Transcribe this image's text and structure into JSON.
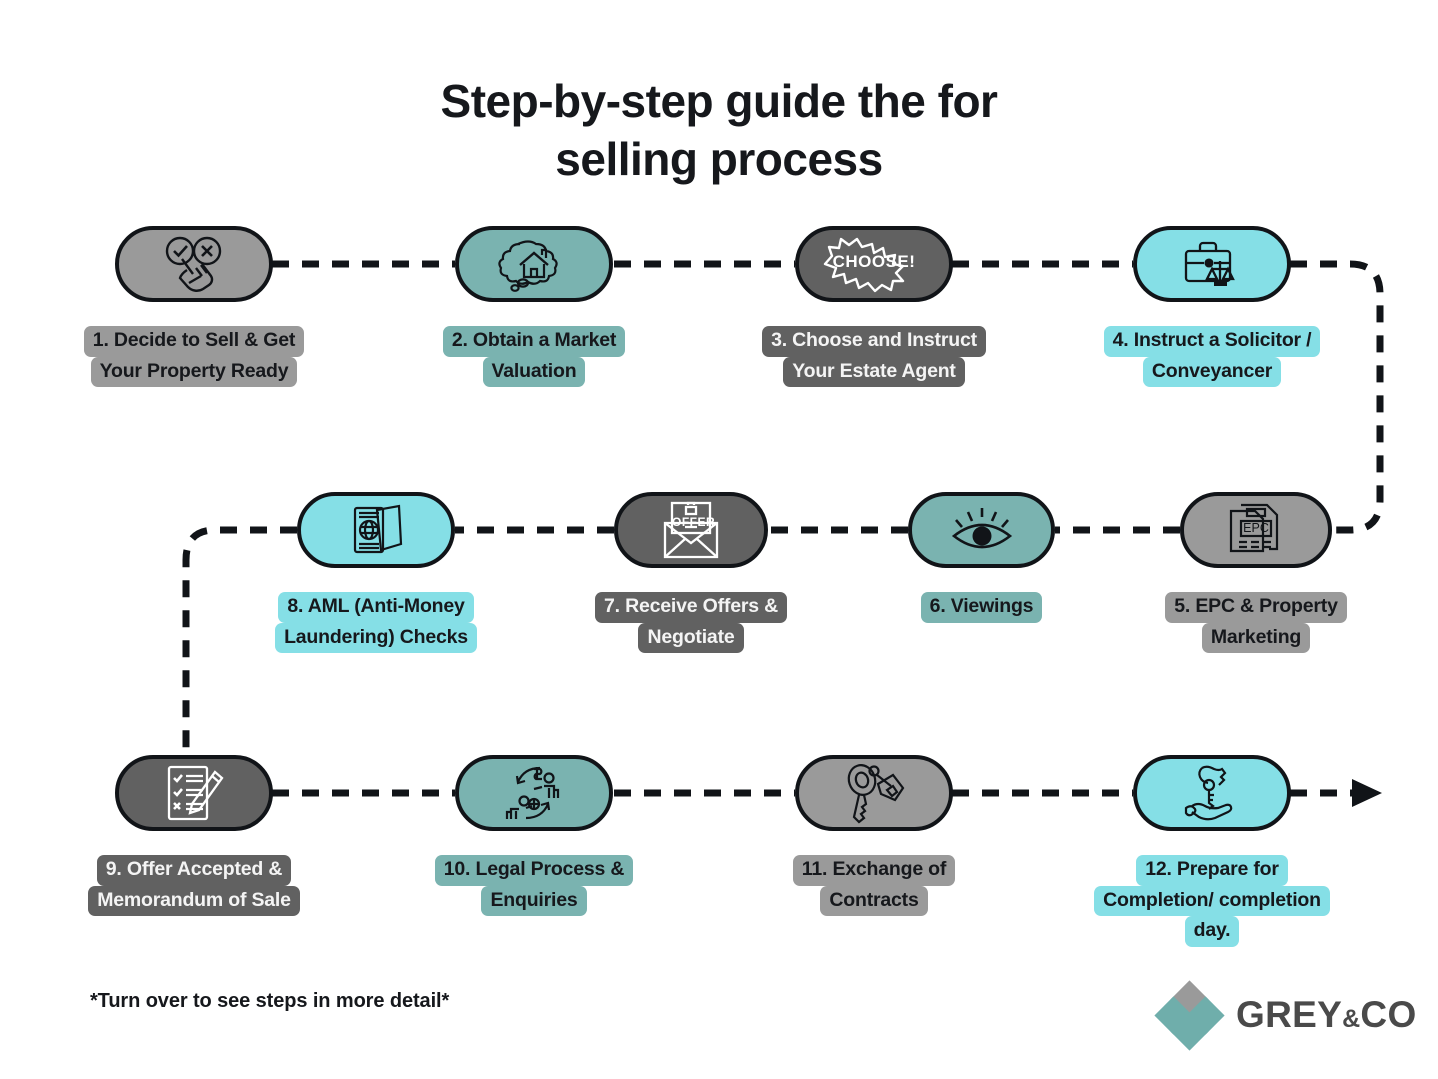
{
  "title": "Step-by-step guide the for\nselling process",
  "colors": {
    "grey": "#9a9a9a",
    "teal": "#7ab3b0",
    "dark_grey": "#616161",
    "cyan": "#85dfe6",
    "outline": "#111418",
    "text_dark": "#16181c",
    "text_light": "#f4f4f4"
  },
  "steps": [
    {
      "number": "1.",
      "label_lines": [
        "1. Decide to Sell & Get",
        "Your Property Ready"
      ],
      "icon": "approve-reject-tap-icon",
      "palette": "grey"
    },
    {
      "number": "2.",
      "label_lines": [
        "2. Obtain a Market",
        "Valuation"
      ],
      "icon": "house-thought-bubble-icon",
      "palette": "teal"
    },
    {
      "number": "3.",
      "label_lines": [
        "3. Choose and Instruct",
        "Your Estate Agent"
      ],
      "icon": "choose-starburst-icon",
      "palette": "dark"
    },
    {
      "number": "4.",
      "label_lines": [
        "4. Instruct a Solicitor /",
        "Conveyancer"
      ],
      "icon": "briefcase-scales-icon",
      "palette": "cyan"
    },
    {
      "number": "5.",
      "label_lines": [
        "5. EPC & Property",
        "Marketing"
      ],
      "icon": "epc-document-icon",
      "palette": "grey"
    },
    {
      "number": "6.",
      "label_lines": [
        "6. Viewings"
      ],
      "icon": "eye-icon",
      "palette": "teal"
    },
    {
      "number": "7.",
      "label_lines": [
        "7. Receive Offers &",
        "Negotiate"
      ],
      "icon": "offer-envelope-icon",
      "palette": "dark"
    },
    {
      "number": "8.",
      "label_lines": [
        "8. AML (Anti-Money",
        "Laundering) Checks"
      ],
      "icon": "passport-documents-icon",
      "palette": "cyan"
    },
    {
      "number": "9.",
      "label_lines": [
        "9. Offer Accepted &",
        "Memorandum of Sale"
      ],
      "icon": "checklist-pencil-icon",
      "palette": "dark"
    },
    {
      "number": "10.",
      "label_lines": [
        "10. Legal Process &",
        "Enquiries"
      ],
      "icon": "money-exchange-icon",
      "palette": "teal"
    },
    {
      "number": "11.",
      "label_lines": [
        "11. Exchange of",
        "Contracts"
      ],
      "icon": "house-keys-icon",
      "palette": "grey"
    },
    {
      "number": "12.",
      "label_lines": [
        "12. Prepare for",
        "Completion/ completion",
        "day."
      ],
      "icon": "key-handover-icon",
      "palette": "cyan"
    }
  ],
  "icon_text": {
    "choose": "CHOOSE!",
    "offer": "OFFER",
    "epc": "EPC"
  },
  "footnote": "*Turn over to see steps in more detail*",
  "brand": {
    "name": "GREY",
    "amp": "&",
    "suffix": "CO"
  }
}
